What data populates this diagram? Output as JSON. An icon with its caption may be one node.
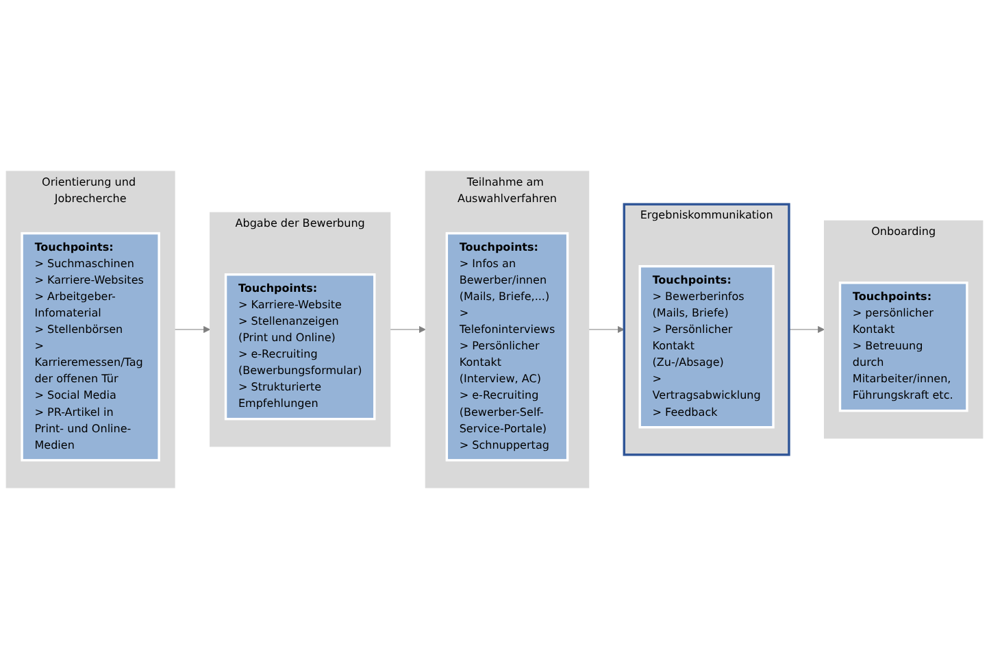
{
  "diagram": {
    "nodes": [
      {
        "text": [
          "Orientierung und Jobrecherche"
        ]
      },
      {
        "text": [
          "Touchpoints:",
          "> Suchmaschinen",
          "> Karriere-Websites",
          "> Arbeitgeber-Infomaterial",
          "> Stellenbörsen",
          "> Karrieremessen/Tag der offenen Tür",
          "> Social Media",
          "> PR-Artikel in Print- und Online-Medien"
        ],
        "in": 0
      },
      {
        "text": [
          "Abgabe der Bewerbung"
        ]
      },
      {
        "text": [
          "Touchpoints:",
          "> Karriere-Website",
          "> Stellenanzeigen (Print und Online)",
          "> e-Recruiting (Bewerbungsformular)",
          "> Strukturierte Empfehlungen"
        ],
        "in": 2
      },
      {
        "text": [
          "Teilnahme am Auswahlverfahren"
        ]
      },
      {
        "text": [
          "Touchpoints:",
          "> Infos an Bewerber/innen (Mails, Briefe,...)",
          "> Telefoninterviews",
          "> Persönlicher Kontakt (Interview, AC)",
          "> e-Recruiting (Bewerber-Self-Service-Portale)",
          "> Schnuppertag"
        ],
        "in": 4
      },
      {
        "text": [
          "Ergebniskommunikation"
        ]
      },
      {
        "text": [
          "Touchpoints:",
          "> Bewerberinfos (Mails, Briefe)",
          "> Persönlicher Kontakt (Zu-/Absage)",
          "> Vertragsabwicklung",
          "> Feedback"
        ],
        "in": 6
      },
      {
        "text": [
          "Onboarding"
        ]
      },
      {
        "text": [
          "Touchpoints:",
          "> persönlicher Kontakt",
          "> Betreuung durch Mitarbeiter/innen, Führungskraft etc."
        ],
        "in": 8
      }
    ],
    "edges": [
      {
        "from": 0,
        "to": 2,
        "arrow": "to"
      },
      {
        "from": 2,
        "to": 4,
        "arrow": "to"
      },
      {
        "from": 4,
        "to": 6,
        "arrow": "to"
      },
      {
        "from": 6,
        "to": 8,
        "arrow": "to"
      }
    ]
  }
}
